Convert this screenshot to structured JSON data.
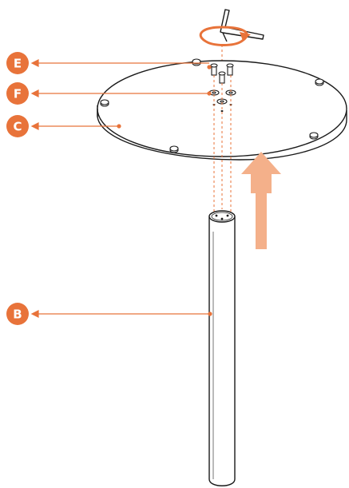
{
  "callouts": [
    {
      "id": "E",
      "label": "E"
    },
    {
      "id": "F",
      "label": "F"
    },
    {
      "id": "C",
      "label": "C"
    },
    {
      "id": "B",
      "label": "B"
    }
  ],
  "colors": {
    "accent": "#E8733A",
    "arrow_fill": "#F4B08A",
    "line": "#1a1a1a",
    "background": "#ffffff"
  },
  "icons": {
    "tool": "allen-key-icon",
    "rotation": "rotate-arrow-icon",
    "direction": "up-arrow-icon"
  }
}
